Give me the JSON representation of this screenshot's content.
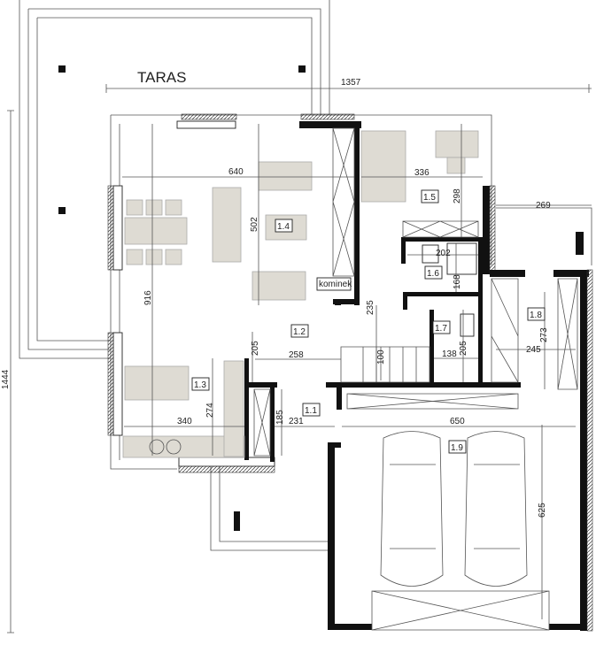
{
  "title": "TARAS",
  "rooms": {
    "r11": "1.1",
    "r12": "1.2",
    "r13": "1.3",
    "r14": "1.4",
    "r15": "1.5",
    "r16": "1.6",
    "r17": "1.7",
    "r18": "1.8",
    "r19": "1.9"
  },
  "fireplace_label": "kominek",
  "dimensions": {
    "total_width": "1357",
    "total_depth": "1444",
    "d640": "640",
    "d336": "336",
    "d502": "502",
    "d916": "916",
    "d298": "298",
    "d269": "269",
    "d202": "202",
    "d168": "168",
    "d235": "235",
    "d205a": "205",
    "d258": "258",
    "d100": "100",
    "d205b": "205",
    "d138": "138",
    "d273": "273",
    "d245": "245",
    "d274": "274",
    "d185": "185",
    "d231": "231",
    "d340": "340",
    "d650": "650",
    "d625": "625"
  }
}
